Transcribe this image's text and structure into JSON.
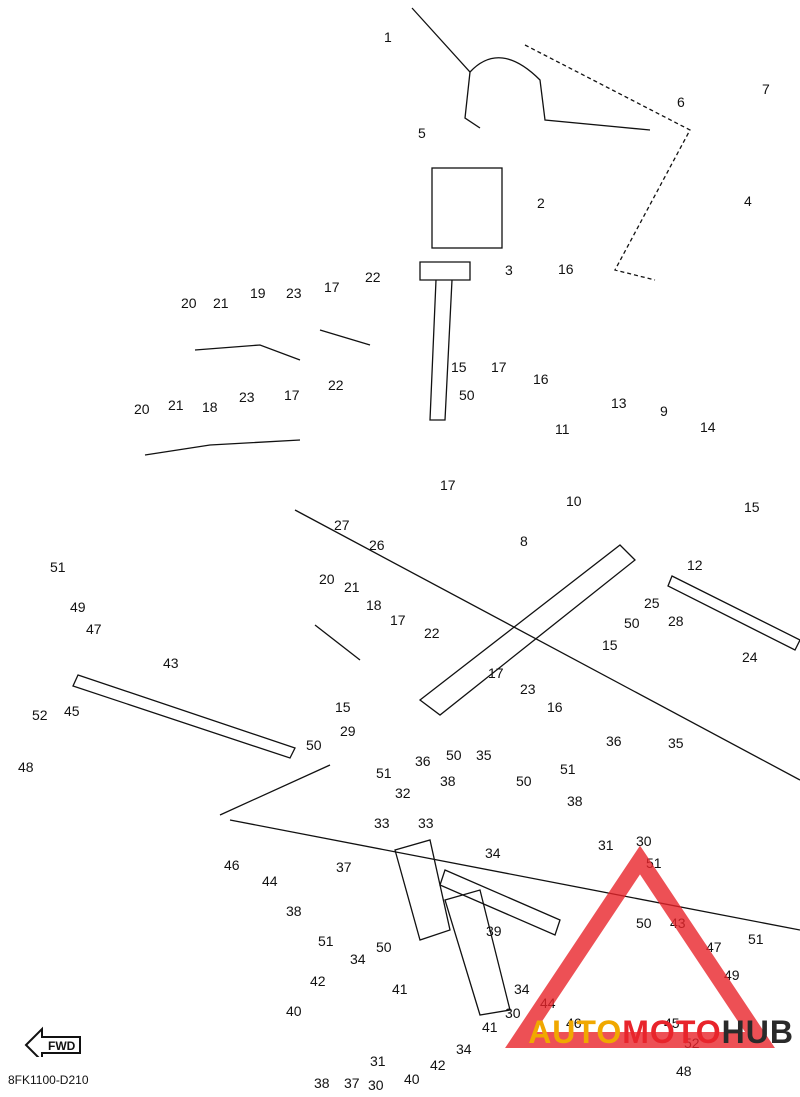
{
  "diagram": {
    "callouts": [
      "1",
      "2",
      "3",
      "4",
      "5",
      "6",
      "7",
      "8",
      "9",
      "10",
      "11",
      "12",
      "13",
      "14",
      "15",
      "16",
      "17",
      "18",
      "19",
      "20",
      "21",
      "22",
      "23",
      "24",
      "25",
      "26",
      "27",
      "28",
      "29",
      "30",
      "31",
      "32",
      "33",
      "34",
      "35",
      "36",
      "37",
      "38",
      "39",
      "40",
      "41",
      "42",
      "43",
      "44",
      "45",
      "46",
      "47",
      "48",
      "49",
      "50",
      "51",
      "52"
    ],
    "fwd_label": "FWD",
    "drawing_code": "8FK1100-D210"
  },
  "watermark": {
    "part1": "AUTO",
    "part2": "MOTO",
    "part3": "HUB"
  },
  "colors": {
    "line": "#111111",
    "watermark_orange": "#f0a800",
    "watermark_red": "#e8242b"
  }
}
